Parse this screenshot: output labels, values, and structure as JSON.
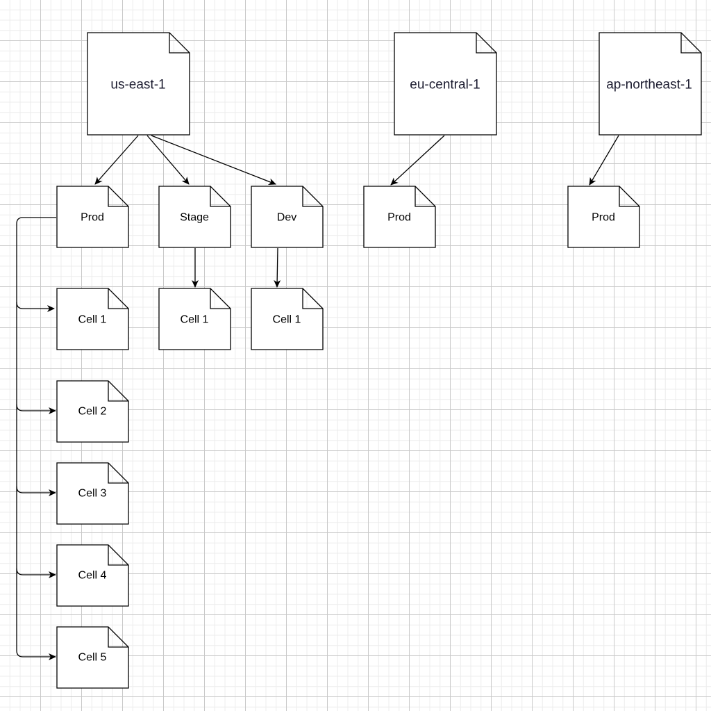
{
  "colors": {
    "stroke": "#000000",
    "node_fill": "#ffffff",
    "region_text": "#1a1a2e"
  },
  "nodes": {
    "region_us_east_1": "us-east-1",
    "region_eu_central_1": "eu-central-1",
    "region_ap_northeast_1": "ap-northeast-1",
    "us_east_prod": "Prod",
    "us_east_stage": "Stage",
    "us_east_dev": "Dev",
    "eu_central_prod": "Prod",
    "ap_northeast_prod": "Prod",
    "stage_cell_1": "Cell 1",
    "dev_cell_1": "Cell 1",
    "prod_cell_1": "Cell 1",
    "prod_cell_2": "Cell 2",
    "prod_cell_3": "Cell 3",
    "prod_cell_4": "Cell 4",
    "prod_cell_5": "Cell 5"
  }
}
